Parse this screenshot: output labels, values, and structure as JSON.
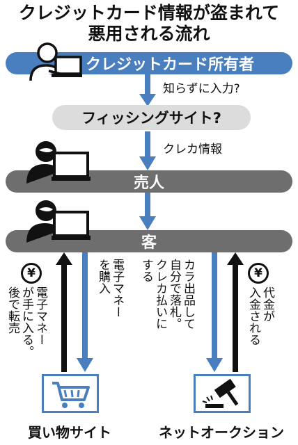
{
  "title": {
    "line1": "クレジットカード情報が盗まれて",
    "line2": "悪用される流れ"
  },
  "bands": {
    "owner": "クレジットカード所有者",
    "seller": "売人",
    "buyer": "客"
  },
  "phishing": "フィッシングサイト?",
  "notes": {
    "input": "知らずに入力?",
    "card_info": "クレカ情報"
  },
  "flows": {
    "shop_up_text": "電子マネー\nが手に入る。\n後で転売",
    "shop_down_text": "電子マネー\nを購入",
    "auction_down_text": "カラ出品して\n自分で落札。\nクレカ払いに\nする",
    "auction_up_text": "代金が\n入金される",
    "yen_symbol": "¥"
  },
  "destinations": {
    "shop": "買い物サイト",
    "auction": "ネットオークション"
  },
  "icons": {
    "owner": "person-laptop-icon",
    "seller": "hooded-person-laptop-icon",
    "buyer": "hooded-person-laptop-icon",
    "shop": "shopping-cart-icon",
    "auction": "gavel-icon"
  },
  "colors": {
    "blue": "#4a7fbf",
    "gray": "#6e6e6e",
    "black": "#111111"
  }
}
